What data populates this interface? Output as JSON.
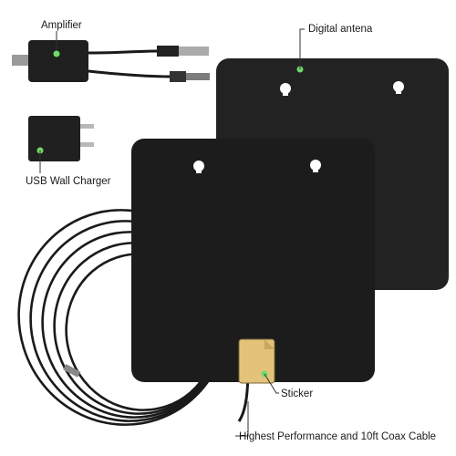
{
  "callouts": {
    "amplifier": "Amplifier",
    "digital_antenna": "Digital antena",
    "usb_wall_charger": "USB Wall Charger",
    "sticker": "Sticker",
    "coax_cable": "Highest Performance and 10ft Coax Cable"
  },
  "colors": {
    "antenna": "#1c1c1c",
    "callout_dot": "#6fd96a",
    "sticker": "#e3c37a",
    "leader_line": "#333333"
  },
  "icons": [
    "amplifier-icon",
    "usb-plug-icon",
    "coax-connector-icon",
    "wall-charger-icon",
    "antenna-panel-icon",
    "sticker-icon",
    "coax-cable-icon"
  ]
}
